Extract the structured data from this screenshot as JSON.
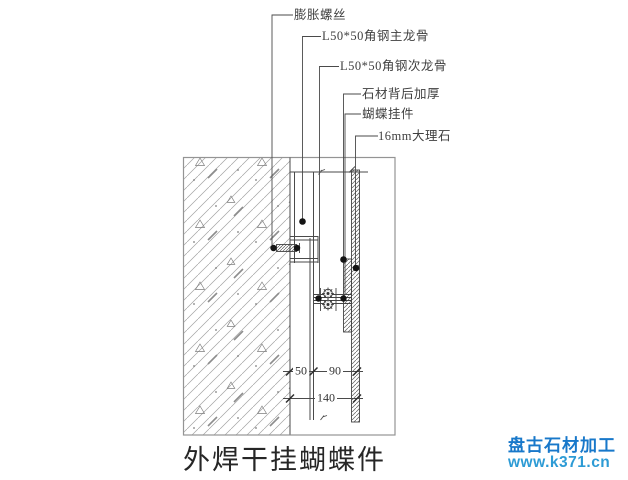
{
  "title": "外焊干挂蝴蝶件",
  "callouts": [
    {
      "id": "expansion-bolt",
      "text": "膨胀螺丝"
    },
    {
      "id": "main-keel",
      "text": "L50*50角钢主龙骨"
    },
    {
      "id": "secondary-keel",
      "text": "L50*50角钢次龙骨"
    },
    {
      "id": "stone-backing",
      "text": "石材背后加厚"
    },
    {
      "id": "butterfly-fitting",
      "text": "蝴蝶挂件"
    },
    {
      "id": "marble",
      "text": "16mm大理石"
    }
  ],
  "dimensions": {
    "d50": "50",
    "d90": "90",
    "d140": "140"
  },
  "watermark": {
    "brand": "盘古石材加工",
    "url": "www.k371.cn",
    "brand_color": "#1878ca",
    "url_color": "#2d9bd5"
  },
  "colors": {
    "line": "#4a4a4a",
    "hatch": "#a0a0a0",
    "background": "#ffffff"
  }
}
